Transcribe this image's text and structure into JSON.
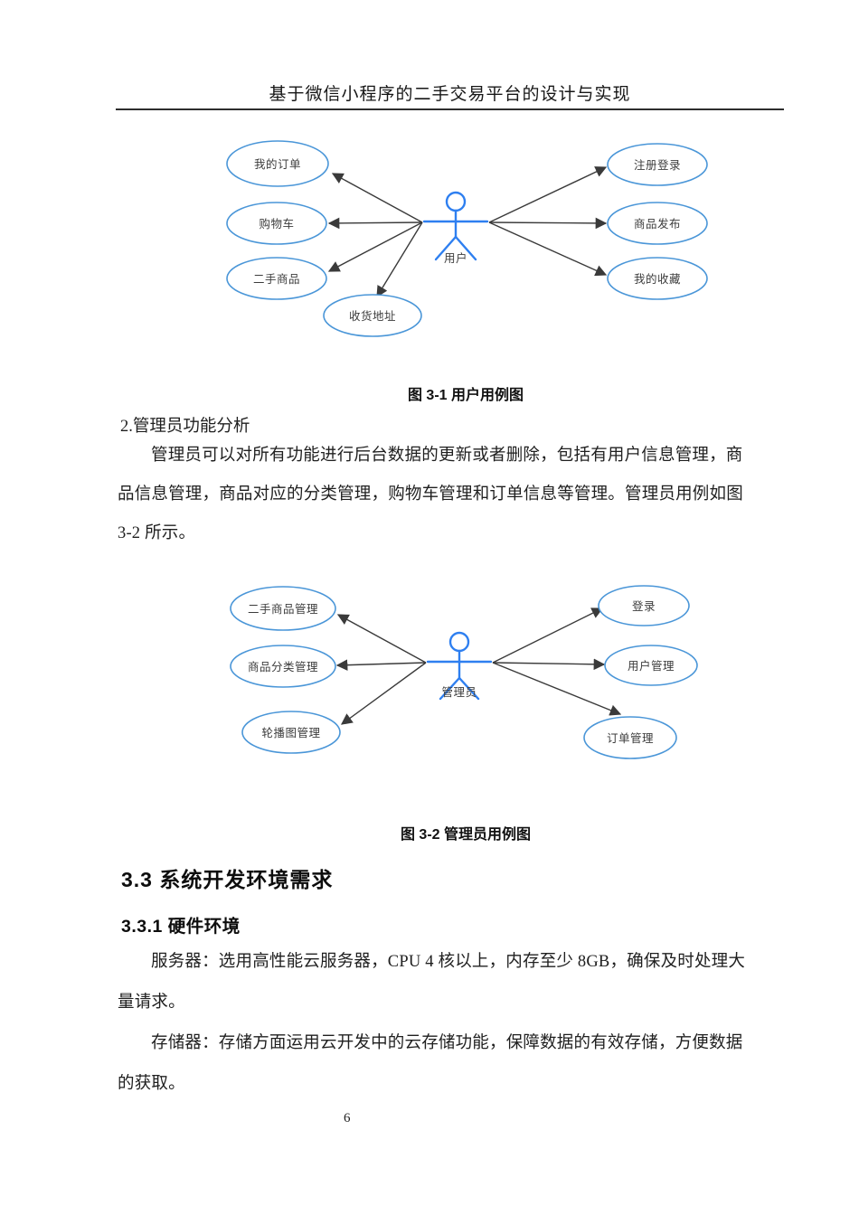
{
  "page": {
    "header_title": "基于微信小程序的二手交易平台的设计与实现",
    "page_number": "6"
  },
  "figure1": {
    "caption": "图 3-1 用户用例图",
    "actor": "用户",
    "left_nodes": [
      "我的订单",
      "购物车",
      "二手商品",
      "收货地址"
    ],
    "right_nodes": [
      "注册登录",
      "商品发布",
      "我的收藏"
    ]
  },
  "section2": {
    "heading": "2.管理员功能分析",
    "lines": [
      "管理员可以对所有功能进行后台数据的更新或者删除，包括有用户信息管理，商",
      "品信息管理，商品对应的分类管理，购物车管理和订单信息等管理。管理员用例如图",
      "3-2 所示。"
    ]
  },
  "figure2": {
    "caption": "图 3-2 管理员用例图",
    "actor": "管理员",
    "left_nodes": [
      "二手商品管理",
      "商品分类管理",
      "轮播图管理"
    ],
    "right_nodes": [
      "登录",
      "用户管理",
      "订单管理"
    ]
  },
  "section33": {
    "heading": "3.3 系统开发环境需求",
    "sub_heading": "3.3.1 硬件环境",
    "para_server": [
      "服务器：选用高性能云服务器，CPU 4 核以上，内存至少 8GB，确保及时处理大",
      "量请求。"
    ],
    "para_storage": [
      "存储器：存储方面运用云开发中的云存储功能，保障数据的有效存储，方便数据",
      "的获取。"
    ]
  },
  "colors": {
    "ellipse_stroke": "#4a96d8",
    "actor_stroke": "#2e7ff0",
    "arrow": "#3a3a3a"
  }
}
